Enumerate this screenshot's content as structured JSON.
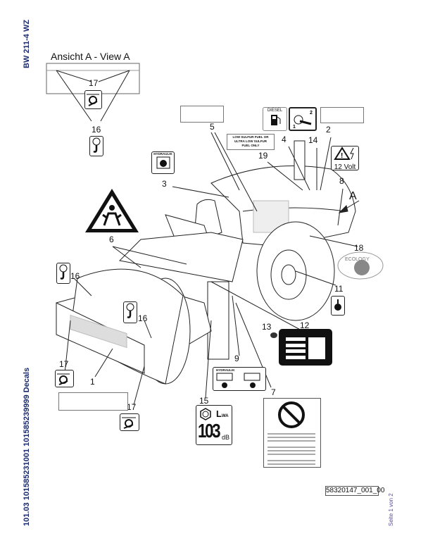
{
  "header": {
    "model": "BW 211-4 WZ"
  },
  "footer": {
    "section": "101.03 101585231001 101585239999 Decals",
    "drawing_number": "58320147_001_00",
    "page": "Seite 1 von 2"
  },
  "view": {
    "title": "Ansicht A - View A",
    "arrow_label": "A"
  },
  "callouts": [
    "1",
    "2",
    "3",
    "4",
    "5",
    "6",
    "7",
    "8",
    "9",
    "11",
    "12",
    "13",
    "14",
    "15",
    "16",
    "16",
    "16",
    "17",
    "17",
    "17",
    "18",
    "19"
  ],
  "decals": {
    "diesel": "DIESEL",
    "fuel_notice": [
      "LOW SULFUR FUEL OR",
      "ULTRA LOW SULFUR",
      "FUEL ONLY"
    ],
    "battery": "12 Volt",
    "hydraulic": "HYDRAULIK",
    "hydraulic_level": "HYDRAULIK",
    "sound_level_value": "103",
    "sound_level_unit": "dB",
    "sound_level_label": "L",
    "sound_level_sub": "WA",
    "ecology": "ECOLOGY"
  },
  "colors": {
    "header_text": "#1a2a6e",
    "line": "#222222"
  }
}
